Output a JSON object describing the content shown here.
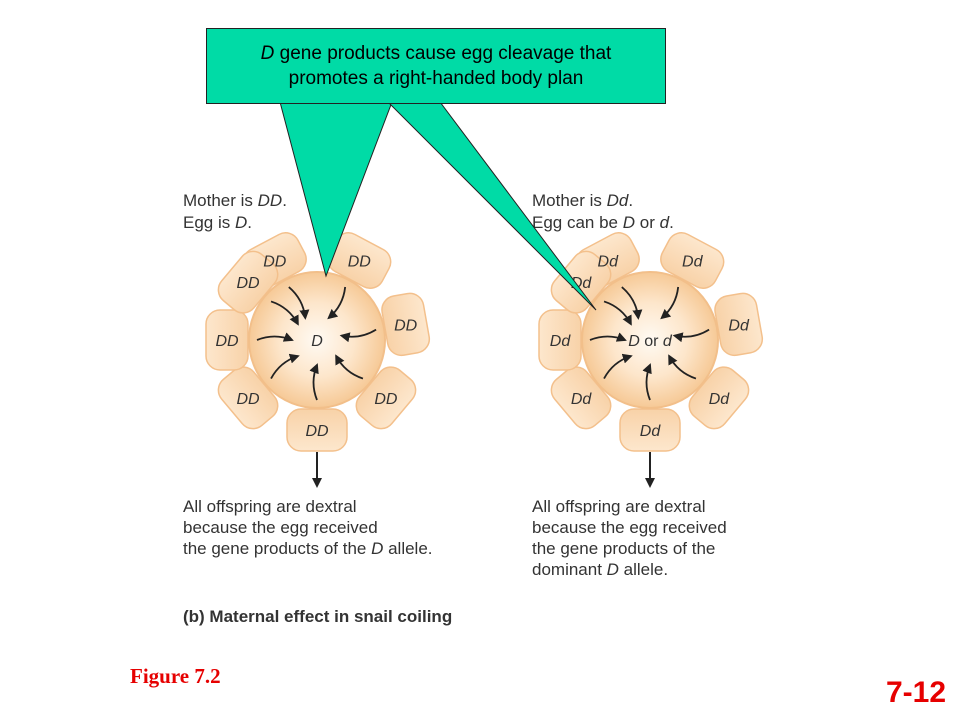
{
  "callout": {
    "line1_italic": "D",
    "line1_rest": " gene products cause egg cleavage that",
    "line2": "promotes a right-handed body plan"
  },
  "left": {
    "header_line1_prefix": "Mother is ",
    "header_line1_ital": "DD",
    "header_line1_suffix": ".",
    "header_line2_prefix": "Egg is ",
    "header_line2_ital": "D",
    "header_line2_suffix": ".",
    "nurse_label": "DD",
    "egg_label": "D",
    "result_line1": "All offspring are dextral",
    "result_line2": "because the egg received",
    "result_line3_prefix": "the gene products of the ",
    "result_line3_ital": "D",
    "result_line3_suffix": " allele."
  },
  "right": {
    "header_line1_prefix": "Mother is ",
    "header_line1_ital": "Dd",
    "header_line1_suffix": ".",
    "header_line2_prefix": "Egg can be ",
    "header_line2_ital1": "D",
    "header_line2_mid": " or ",
    "header_line2_ital2": "d",
    "header_line2_suffix": ".",
    "nurse_label": "Dd",
    "egg_ital1": "D",
    "egg_mid": " or ",
    "egg_ital2": "d",
    "result_line1": "All offspring are dextral",
    "result_line2": "because the egg received",
    "result_line3": "the gene products of the",
    "result_line4_prefix": "dominant ",
    "result_line4_ital": "D",
    "result_line4_suffix": " allele."
  },
  "caption": "(b) Maternal effect in snail coiling",
  "figure_label": "Figure 7.2",
  "slide_number": "7-12",
  "colors": {
    "callout": "#00dba6",
    "accent_red": "#e60000",
    "nurse_cell": "#fbdcb5",
    "egg": "#fbe1c4",
    "text": "#333333"
  }
}
